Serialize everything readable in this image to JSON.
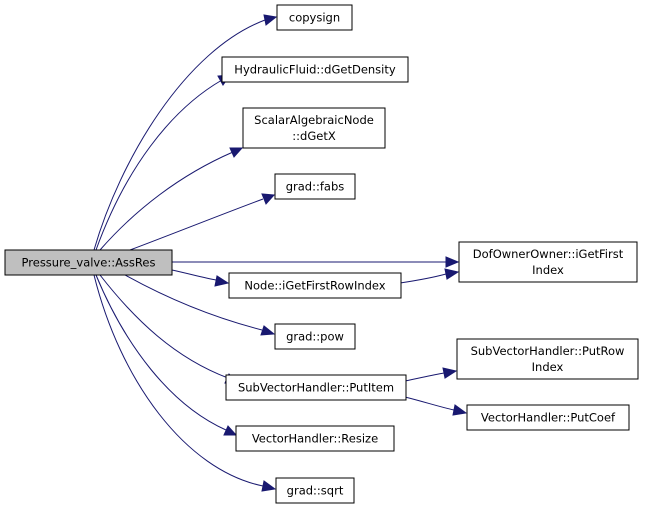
{
  "root": {
    "label": "Pressure_valve::AssRes"
  },
  "nodes": {
    "copysign": {
      "lines": [
        "copysign"
      ]
    },
    "dgetdensity": {
      "lines": [
        "HydraulicFluid::dGetDensity"
      ]
    },
    "dgetx": {
      "lines": [
        "ScalarAlgebraicNode",
        "::dGetX"
      ]
    },
    "fabs": {
      "lines": [
        "grad::fabs"
      ]
    },
    "igetfirstindex": {
      "lines": [
        "DofOwnerOwner::iGetFirst",
        "Index"
      ]
    },
    "igetfirstrowindex": {
      "lines": [
        "Node::iGetFirstRowIndex"
      ]
    },
    "pow": {
      "lines": [
        "grad::pow"
      ]
    },
    "putrowindex": {
      "lines": [
        "SubVectorHandler::PutRow",
        "Index"
      ]
    },
    "putitem": {
      "lines": [
        "SubVectorHandler::PutItem"
      ]
    },
    "putcoef": {
      "lines": [
        "VectorHandler::PutCoef"
      ]
    },
    "resize": {
      "lines": [
        "VectorHandler::Resize"
      ]
    },
    "sqrt": {
      "lines": [
        "grad::sqrt"
      ]
    }
  },
  "colors": {
    "edge": "#191970",
    "root_fill": "#bfbfbf",
    "node_fill": "#ffffff",
    "node_border": "#000000"
  }
}
